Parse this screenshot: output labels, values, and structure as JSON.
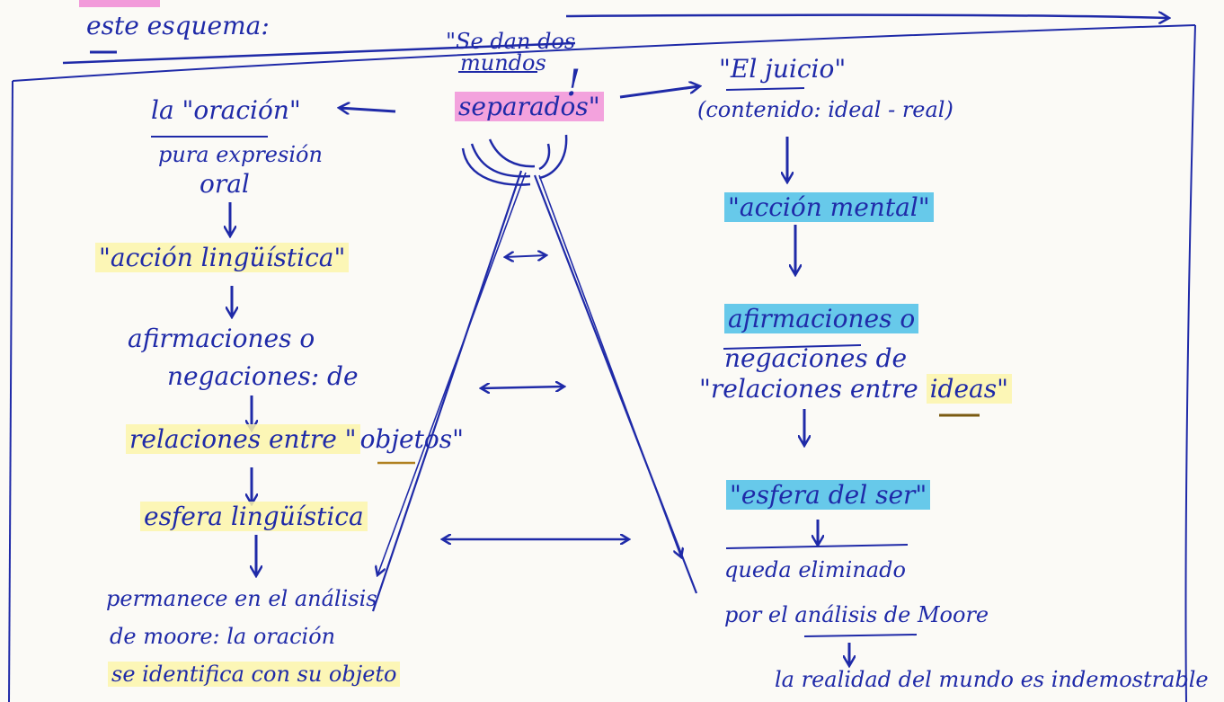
{
  "header": {
    "intro": "este esquema:"
  },
  "center": {
    "title_line1": "\"Se dan dos",
    "title_line2": "mundos",
    "title_line3": "separados\"",
    "exclaim": "!"
  },
  "left": {
    "n1": "la \"oración\"",
    "n1_sub1": "pura expresión",
    "n1_sub2": "oral",
    "n2": "\"acción lingüística\"",
    "n3_line1": "afirmaciones o",
    "n3_line2": "negaciones: de",
    "n4_a": "relaciones entre \"",
    "n4_b": "objetos\"",
    "n5": "esfera lingüística",
    "n6_line1": "permanece en el análisis",
    "n6_line2": "de moore: la oración",
    "n6_line3": "se identifica con su objeto"
  },
  "right": {
    "n1": "\"El juicio\"",
    "n1_sub": "(contenido: ideal - real)",
    "n2": "\"acción mental\"",
    "n3_line1": "afirmaciones o",
    "n3_line2": "negaciones de",
    "n4_a": "\"relaciones entre ",
    "n4_b": "ideas\"",
    "n5": "\"esfera del ser\"",
    "n6_line1": "queda eliminado",
    "n6_line2": "por el análisis de Moore",
    "n7": "la realidad del mundo es indemostrable"
  },
  "colors": {
    "ink": "#1f2aa8",
    "pink_highlight": "#ec5ac8",
    "yellow_highlight": "#fcf4aa",
    "cyan_highlight": "#28b4e6",
    "paper": "#fbfaf6"
  }
}
